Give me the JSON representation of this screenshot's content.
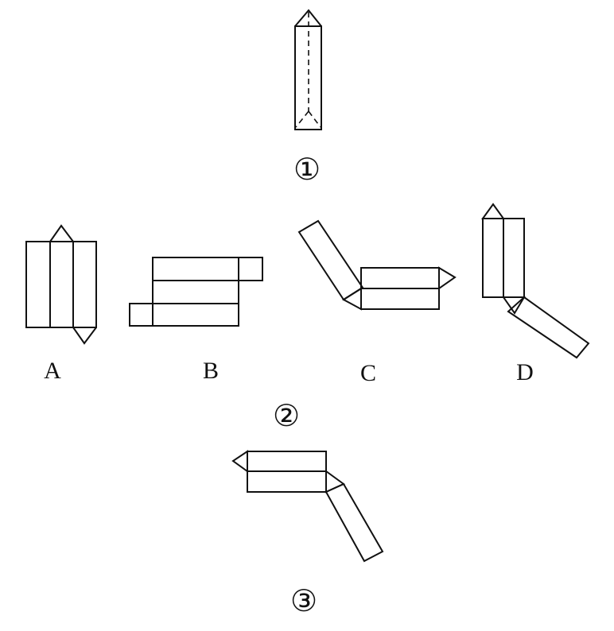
{
  "figure": {
    "label_1": "①",
    "label_2": "②",
    "label_3": "③",
    "options": {
      "a": "A",
      "b": "B",
      "c": "C",
      "d": "D"
    }
  }
}
